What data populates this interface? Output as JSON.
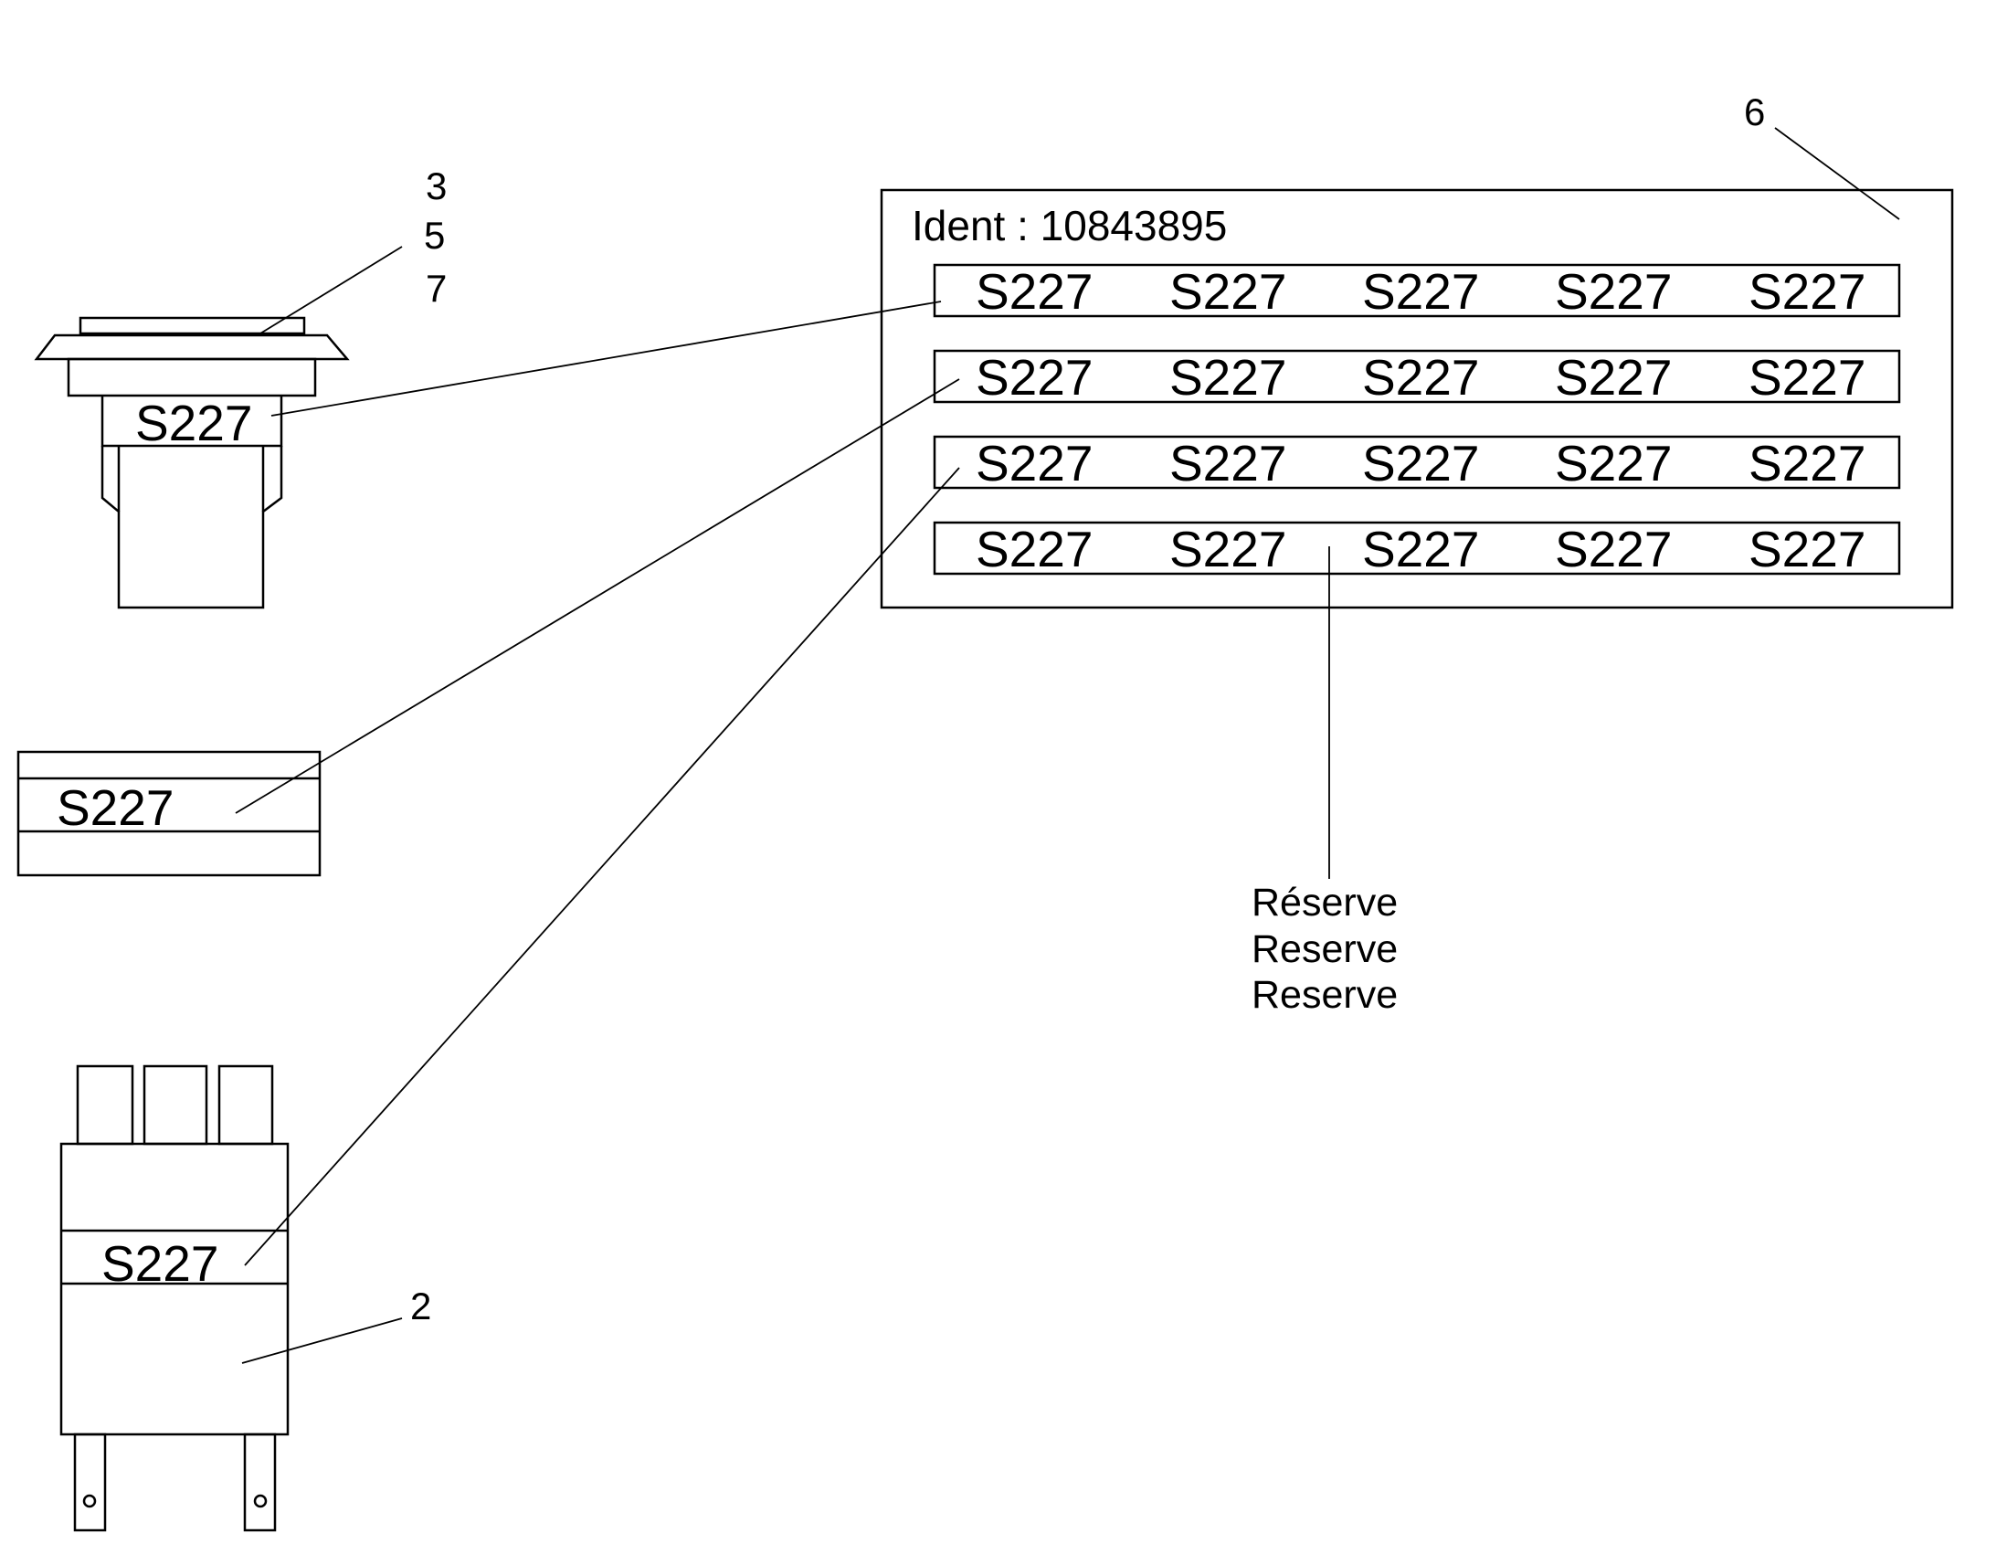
{
  "callouts": {
    "item_3": "3",
    "item_5": "5",
    "item_7": "7",
    "item_6": "6",
    "item_2": "2"
  },
  "sheet": {
    "ident": "Ident : 10843895",
    "rows": [
      [
        "S227",
        "S227",
        "S227",
        "S227",
        "S227"
      ],
      [
        "S227",
        "S227",
        "S227",
        "S227",
        "S227"
      ],
      [
        "S227",
        "S227",
        "S227",
        "S227",
        "S227"
      ],
      [
        "S227",
        "S227",
        "S227",
        "S227",
        "S227"
      ]
    ]
  },
  "components": {
    "switch_label": "S227",
    "fuse_label": "S227",
    "relay_label": "S227"
  },
  "reserve_labels": [
    "Réserve",
    "Reserve",
    "Reserve"
  ]
}
